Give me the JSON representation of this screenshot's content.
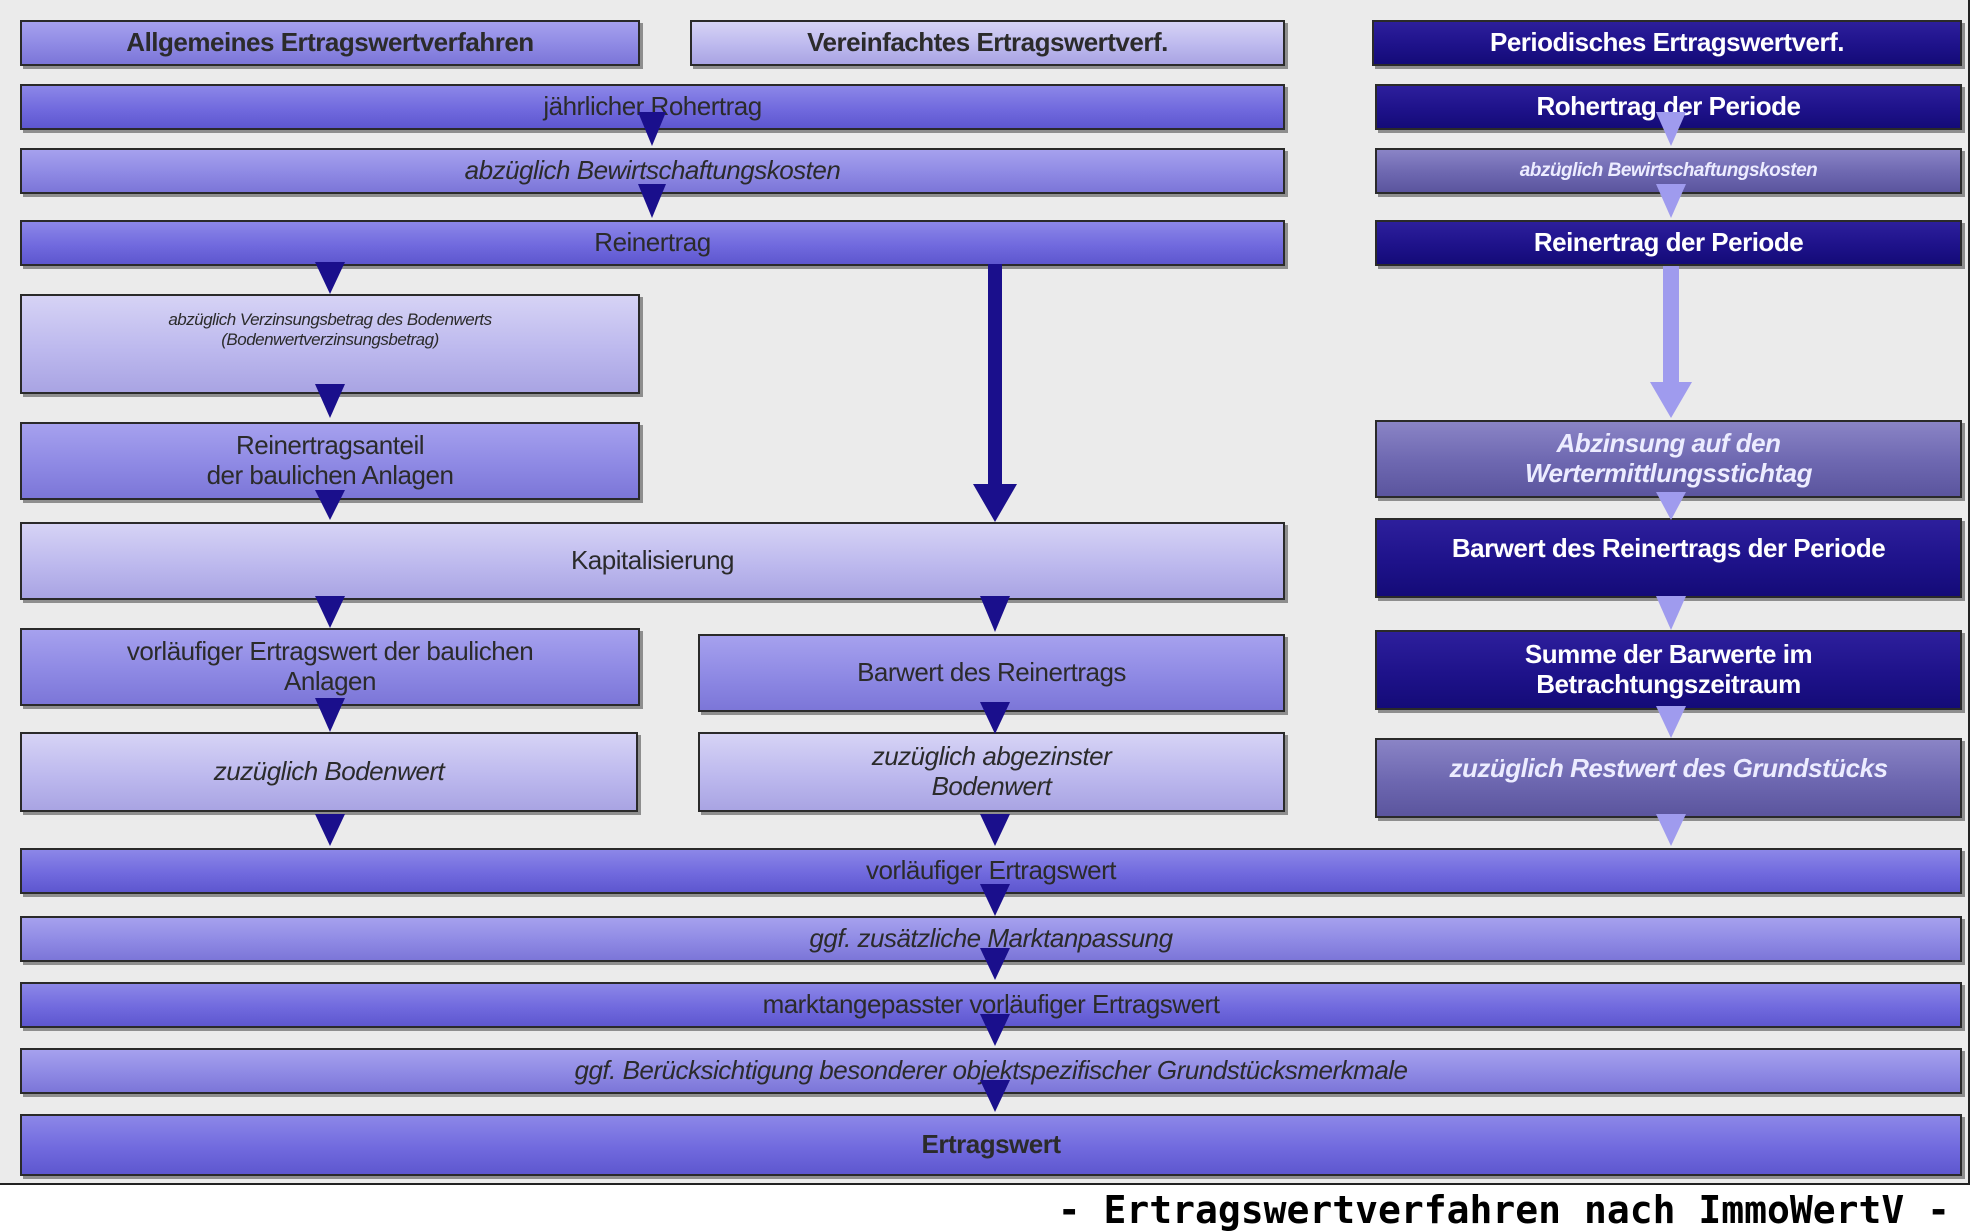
{
  "columns": {
    "allgemein": "Allgemeines Ertragswertverfahren",
    "vereinfacht": "Vereinfachtes Ertragswertverf.",
    "periodisch": "Periodisches Ertragswertverf."
  },
  "left": {
    "rohertrag": "jährlicher Rohertrag",
    "bewirtschaftung": "abzüglich Bewirtschaftungskosten",
    "reinertrag": "Reinertrag",
    "verzinsung": "abzüglich Verzinsungsbetrag des Bodenwerts\n(Bodenwertverzinsungsbetrag)",
    "reinertragsanteil": "Reinertragsanteil\nder baulichen Anlagen",
    "kapitalisierung": "Kapitalisierung",
    "vorl_bauliche": "vorläufiger Ertragswert der baulichen\nAnlagen",
    "barwert_reinertrag": "Barwert des Reinertrags",
    "zuz_bodenwert": "zuzüglich Bodenwert",
    "zuz_abgezinst": "zuzüglich abgezinster\nBodenwert"
  },
  "right": {
    "rohertrag": "Rohertrag der Periode",
    "bewirtschaftung": "abzüglich Bewirtschaftungskosten",
    "reinertrag": "Reinertrag der Periode",
    "abzinsung": "Abzinsung auf den\nWertermittlungsstichtag",
    "barwert": "Barwert des Reinertrags der Periode",
    "summe": "Summe  der Barwerte im\nBetrachtungszeitraum",
    "restwert": "zuzüglich Restwert des Grundstücks"
  },
  "bottom": {
    "vorl_ertragswert": "vorläufiger Ertragswert",
    "marktanpassung": "ggf. zusätzliche Marktanpassung",
    "marktangepasst": "marktangepasster vorläufiger Ertragswert",
    "beruecksichtigung": "ggf. Berücksichtigung besonderer objektspezifischer Grundstücksmerkmale",
    "ertragswert": "Ertragswert"
  },
  "caption": "- Ertragswertverfahren nach ImmoWertV -",
  "colors": {
    "panel": "#ebebeb",
    "arrow_dark": "#1a0f8c",
    "arrow_light": "#9f9bee"
  }
}
